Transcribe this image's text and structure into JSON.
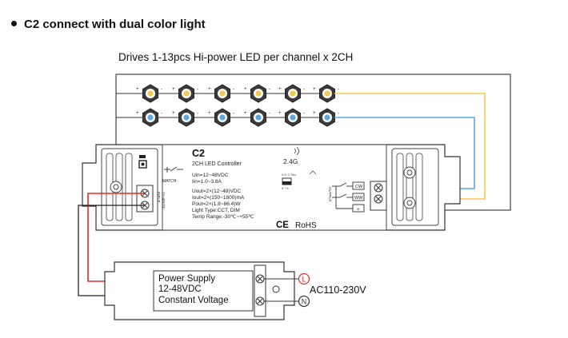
{
  "heading": "C2 connect with dual color light",
  "subtitle": "Drives 1-13pcs Hi-power LED per channel x 2CH",
  "colors": {
    "warm_white": "#f6c94e",
    "cool_white": "#5aa7e8",
    "wire_red": "#e52b2b",
    "wire_black": "#222222"
  },
  "controller": {
    "model": "C2",
    "name": "2CH LED Controller",
    "spec_uin": "Uin=12~48VDC",
    "spec_iin": "Iin=1.0~3.8A",
    "spec_uout": "Uout=2×(12~48)VDC",
    "spec_iout": "Iout=2×(150~1800)mA",
    "spec_pout": "Pout=2×(1.8~86.4)W",
    "spec_light": "Light Type:CCT, DIM",
    "spec_temp": "Temp Range:-30℃~+55℃",
    "rf": "2.4G",
    "match": "MATCH",
    "input": "INPUT",
    "input_voltage": "12~48VDC",
    "output": "OUTPUT",
    "switch_top": "0.5~2 Sec",
    "switch_bottom": "5~7s",
    "cw": "CW",
    "ww": "WW",
    "plus": "+",
    "ce": "CE",
    "rohs": "RoHS"
  },
  "psu": {
    "line1": "Power Supply",
    "line2": "12-48VDC",
    "line3": "Constant Voltage"
  },
  "ac": {
    "label": "AC110-230V",
    "live": "L",
    "neutral": "N"
  },
  "led_polarity": {
    "plus": "+",
    "minus": "-"
  }
}
